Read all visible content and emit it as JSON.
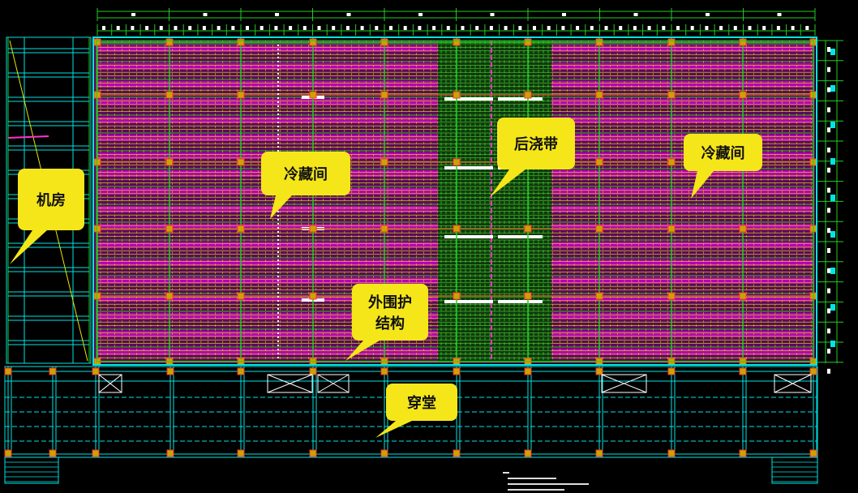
{
  "colors": {
    "background": "#000000",
    "grid_yellow": "#e6e600",
    "grid_green": "#22cc22",
    "cyan": "#00e5e5",
    "magenta": "#b300b3",
    "pink": "#ff33cc",
    "red": "#ff2a2a",
    "callout_fill": "#f5e61a",
    "callout_text": "#111111",
    "white": "#ffffff"
  },
  "callouts": [
    {
      "id": "machine-room",
      "lines": [
        "机房"
      ]
    },
    {
      "id": "cold-storage-left",
      "lines": [
        "冷藏间"
      ]
    },
    {
      "id": "post-pour-strip",
      "lines": [
        "后浇带"
      ]
    },
    {
      "id": "cold-storage-right",
      "lines": [
        "冷藏间"
      ]
    },
    {
      "id": "envelope-structure",
      "lines": [
        "外围护",
        "结构"
      ]
    },
    {
      "id": "corridor",
      "lines": [
        "穿堂"
      ]
    }
  ]
}
